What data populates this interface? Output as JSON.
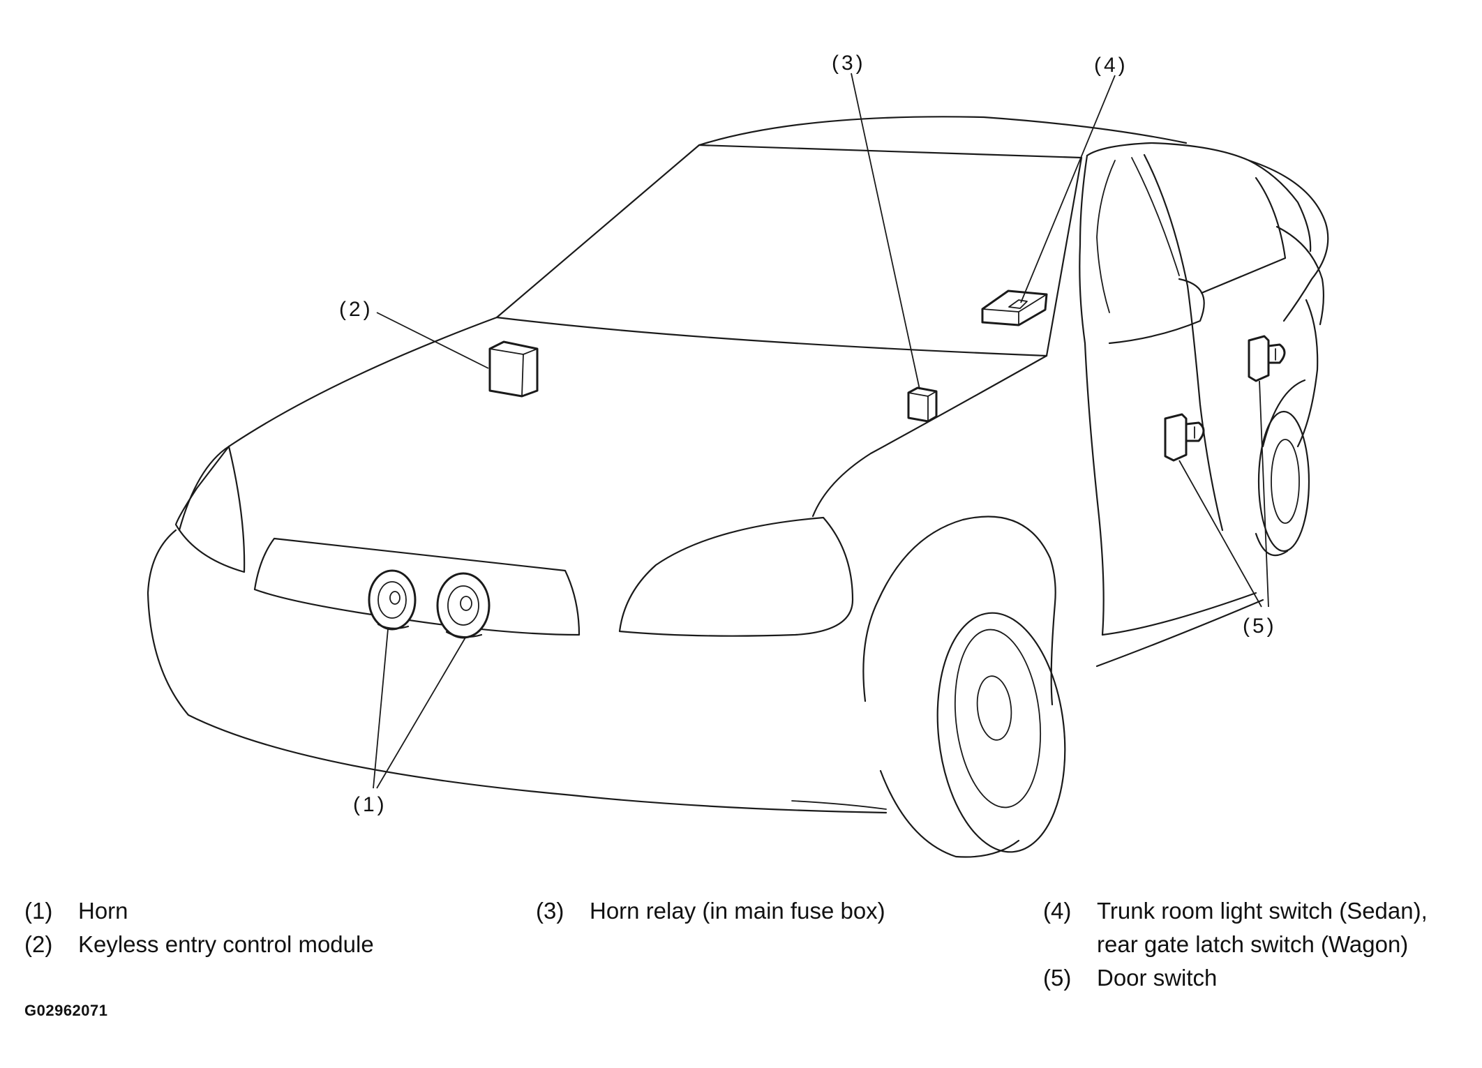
{
  "figure": {
    "callouts": [
      "(3)",
      "(4)",
      "(2)",
      "(5)",
      "(1)"
    ],
    "legend": [
      {
        "num": "(1)",
        "text": "Horn"
      },
      {
        "num": "(2)",
        "text": "Keyless entry control module"
      },
      {
        "num": "(3)",
        "text": "Horn relay (in main fuse box)"
      },
      {
        "num": "(4)",
        "text": "Trunk room light switch (Sedan),",
        "text2": "rear gate latch switch (Wagon)"
      },
      {
        "num": "(5)",
        "text": "Door switch"
      }
    ],
    "code": "G02962071"
  }
}
